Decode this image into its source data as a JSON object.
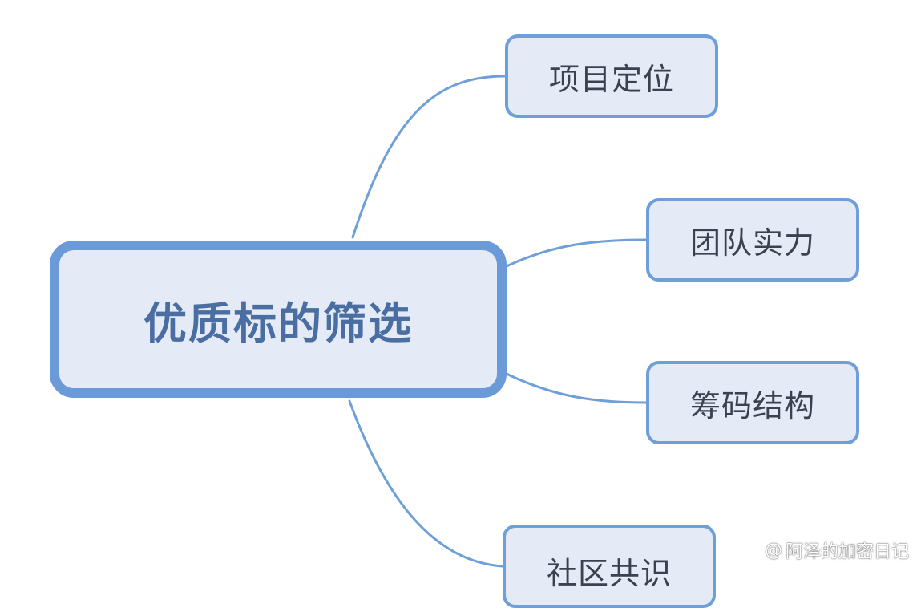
{
  "mindmap": {
    "root": {
      "label": "优质标的筛选"
    },
    "children": [
      {
        "label": "项目定位"
      },
      {
        "label": "团队实力"
      },
      {
        "label": "筹码结构"
      },
      {
        "label": "社区共识"
      }
    ]
  },
  "watermark": {
    "at": "@",
    "author": "阿泽的加密日记"
  },
  "colors": {
    "node_fill": "#e4ebf6",
    "node_border": "#6f9fd8",
    "root_border": "#6b9ad9",
    "root_text": "#4a6da2",
    "child_text": "#3a4150",
    "connector": "#6f9fd8"
  }
}
